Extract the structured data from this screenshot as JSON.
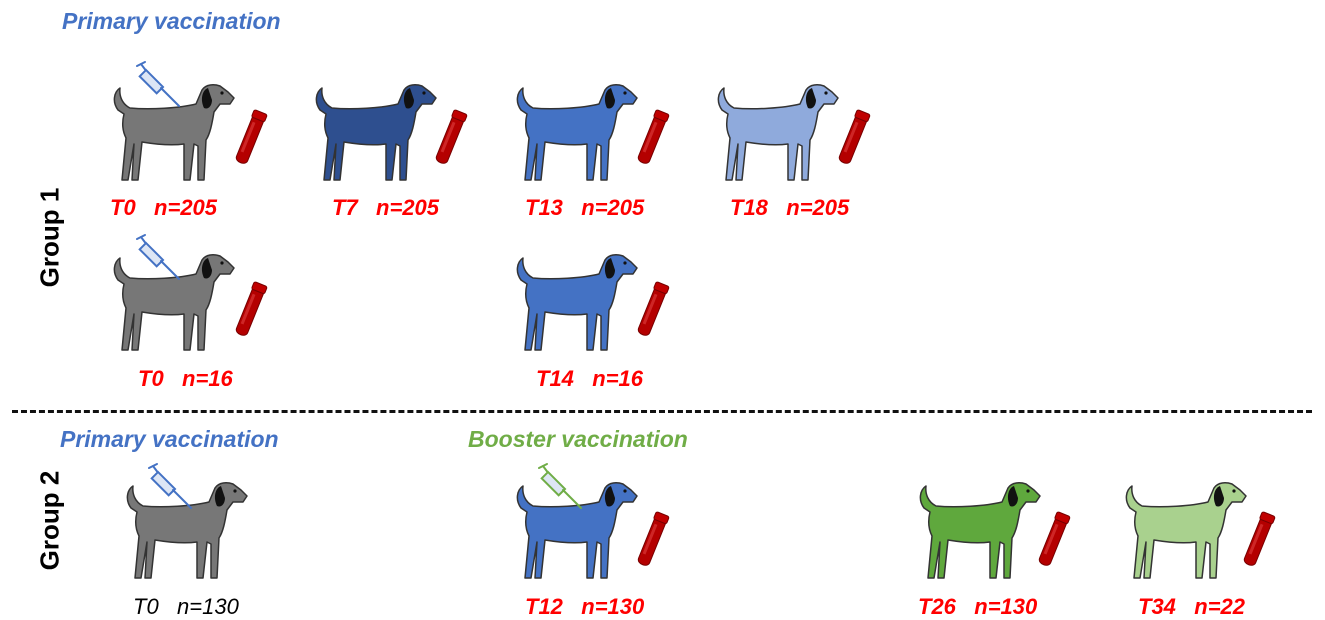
{
  "groups": [
    {
      "label": "Group 1",
      "phase_label": "Primary vaccination",
      "rows": [
        [
          {
            "time": "T0",
            "n": "n=205",
            "color": "#777777",
            "syringe": true,
            "tube": true,
            "text_color": "#ff0000"
          },
          {
            "time": "T7",
            "n": "n=205",
            "color": "#2e4f8f",
            "syringe": false,
            "tube": true,
            "text_color": "#ff0000"
          },
          {
            "time": "T13",
            "n": "n=205",
            "color": "#4472c4",
            "syringe": false,
            "tube": true,
            "text_color": "#ff0000"
          },
          {
            "time": "T18",
            "n": "n=205",
            "color": "#8faadc",
            "syringe": false,
            "tube": true,
            "text_color": "#ff0000"
          }
        ],
        [
          {
            "time": "T0",
            "n": "n=16",
            "color": "#777777",
            "syringe": true,
            "tube": true,
            "text_color": "#ff0000"
          },
          {
            "time": "T14",
            "n": "n=16",
            "color": "#4472c4",
            "syringe": false,
            "tube": true,
            "text_color": "#ff0000"
          }
        ]
      ]
    },
    {
      "label": "Group 2",
      "phase_label": "Primary vaccination",
      "booster_label": "Booster vaccination",
      "rows": [
        [
          {
            "time": "T0",
            "n": "n=130",
            "color": "#777777",
            "syringe": true,
            "tube": false,
            "text_color": "#000000"
          },
          {
            "time": "T12",
            "n": "n=130",
            "color": "#4472c4",
            "syringe": true,
            "syringe_color": "green",
            "tube": true,
            "text_color": "#ff0000"
          },
          {
            "time": "T26",
            "n": "n=130",
            "color": "#5fa83d",
            "syringe": false,
            "tube": true,
            "text_color": "#ff0000"
          },
          {
            "time": "T34",
            "n": "n=22",
            "color": "#a9d18e",
            "syringe": false,
            "tube": true,
            "text_color": "#ff0000"
          }
        ]
      ]
    }
  ],
  "colors": {
    "primary_blue": "#4472c4",
    "booster_green": "#70ad47",
    "timepoint_red": "#ff0000",
    "tube_red": "#b40000"
  },
  "icons": [
    "dog-icon",
    "syringe-icon",
    "blood-tube-icon"
  ]
}
